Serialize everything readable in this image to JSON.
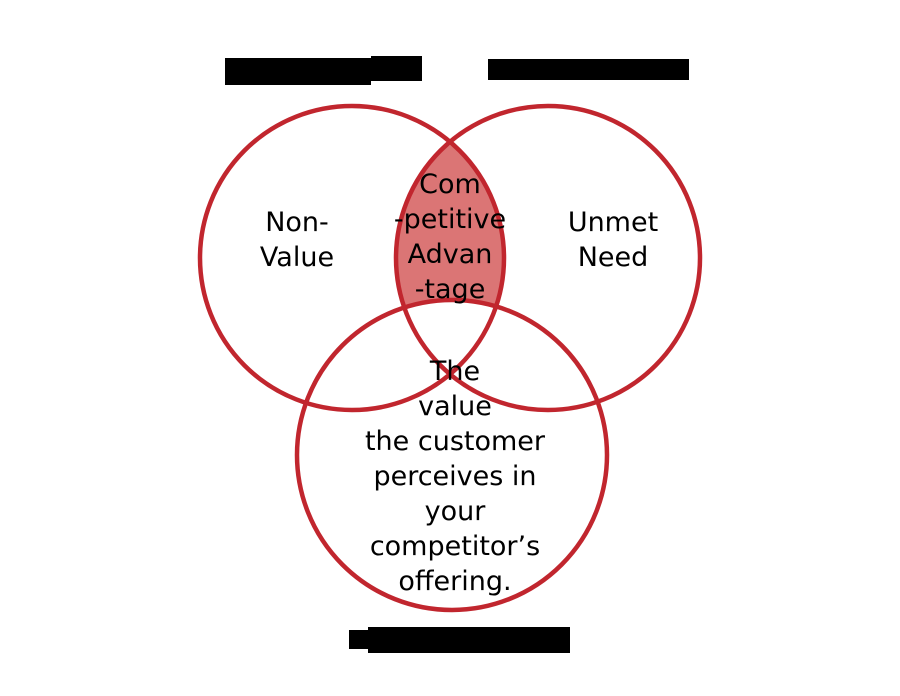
{
  "colors": {
    "background": "#FFFFFF",
    "circle_stroke": "#C1262E",
    "overlap_fill": "#DB7575",
    "redaction": "#000000",
    "text": "#000000"
  },
  "venn": {
    "left_label": "Non-\nValue",
    "right_label": "Unmet\nNeed",
    "overlap_label": "Com\n-petitive\nAdvan\n-tage",
    "bottom_label": "The\nvalue\nthe customer\nperceives in\nyour\ncompetitor’s\noffering."
  }
}
